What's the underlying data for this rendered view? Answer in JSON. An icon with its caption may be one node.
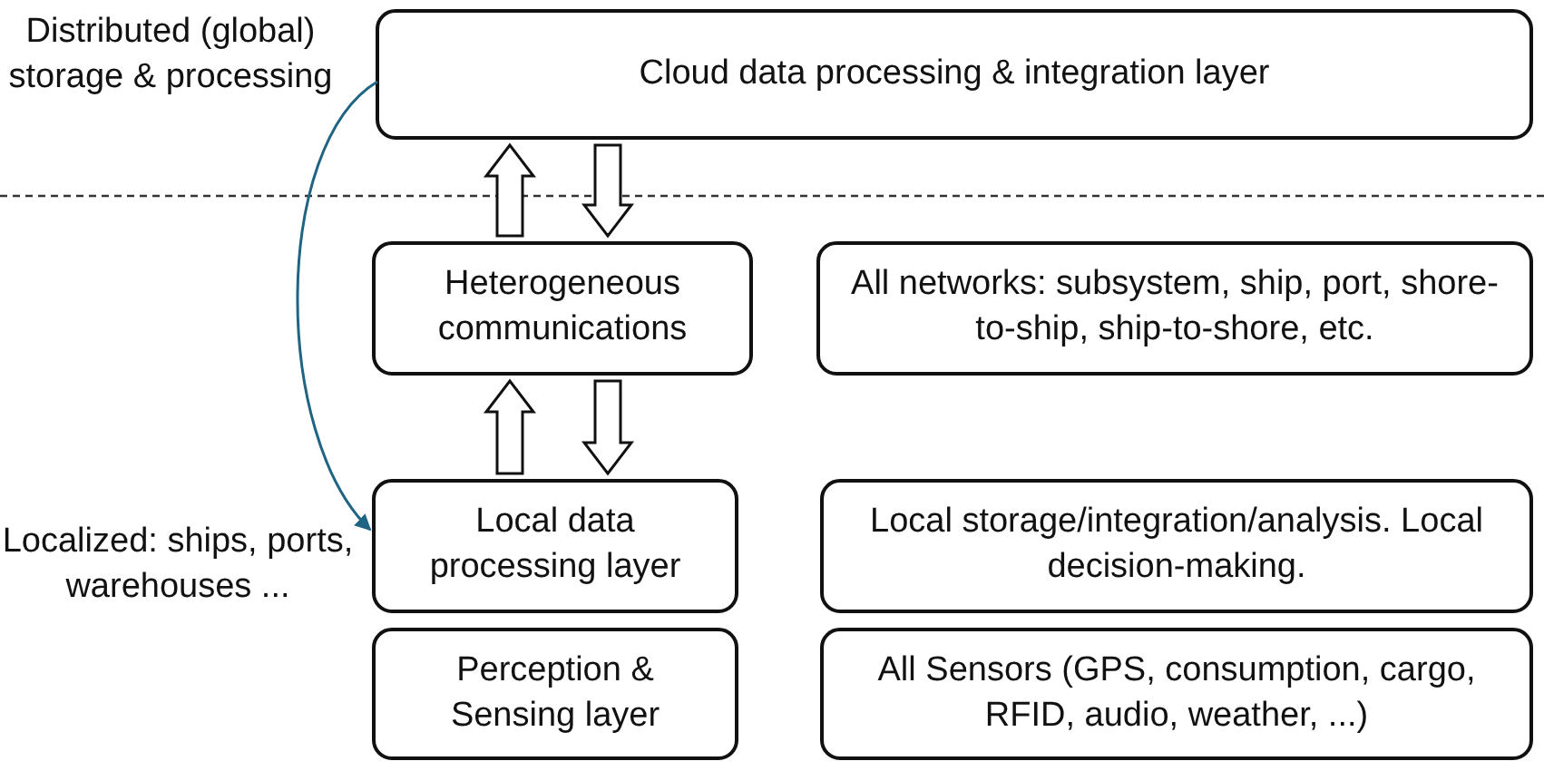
{
  "diagram": {
    "nodes": [
      {
        "text": [
          "Cloud data processing & integration layer"
        ]
      },
      {
        "text": [
          "Heterogeneous communications"
        ]
      },
      {
        "text": [
          "All networks: subsystem, ship, port, shore-to-ship, ship-to-shore, etc."
        ]
      },
      {
        "text": [
          "Local data processing layer"
        ]
      },
      {
        "text": [
          "Local storage/integration/analysis. Local decision-making."
        ]
      },
      {
        "text": [
          "Perception & Sensing layer"
        ]
      },
      {
        "text": [
          "All Sensors (GPS, consumption, cargo, RFID, audio, weather, ...)"
        ]
      }
    ],
    "edges": [
      {
        "from": 1,
        "to": 0,
        "arrow": "to"
      },
      {
        "from": 0,
        "to": 1,
        "arrow": "to"
      },
      {
        "from": 3,
        "to": 1,
        "arrow": "to"
      },
      {
        "from": 1,
        "to": 3,
        "arrow": "to"
      },
      {
        "from": 0,
        "to": 3,
        "arrow": "to",
        "color": "#1f6482"
      }
    ],
    "labels": [
      "Distributed (global) storage & processing",
      "Localized: ships, ports, warehouses ..."
    ]
  }
}
